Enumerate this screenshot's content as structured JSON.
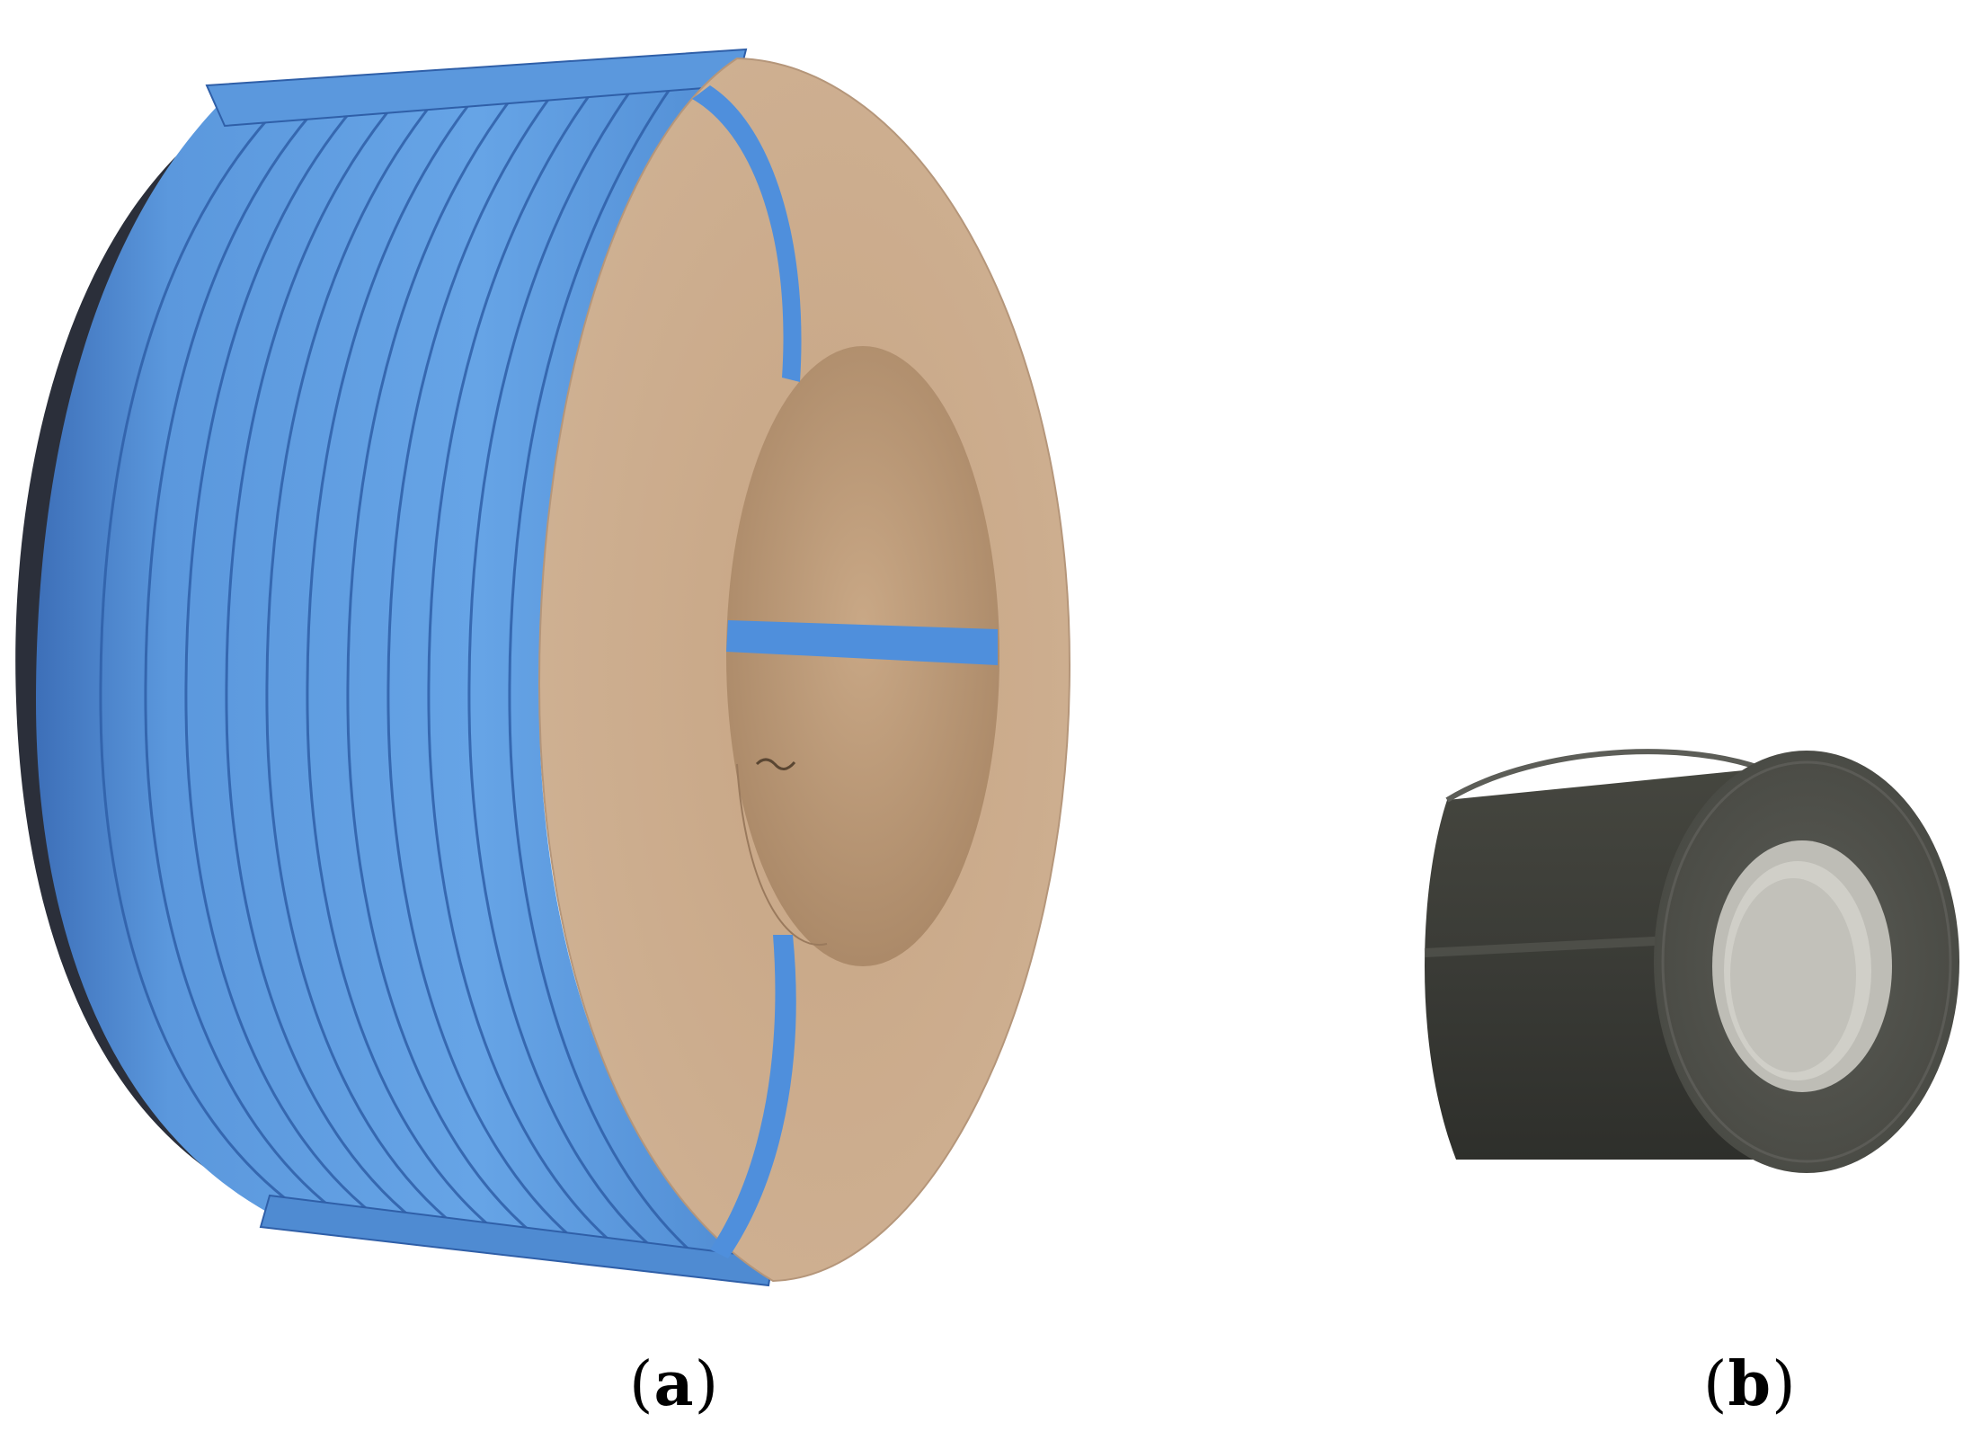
{
  "panels": [
    {
      "id": "a",
      "caption_open": "(",
      "caption_letter": "a",
      "caption_close": ")",
      "colors": {
        "strap": "#5b98dd",
        "strap_groove": "#2f5fa8",
        "cardboard": "#cbab8c",
        "cardboard_inner": "#b9977a"
      }
    },
    {
      "id": "b",
      "caption_open": "(",
      "caption_letter": "b",
      "caption_close": ")",
      "colors": {
        "tape": "#3e3f3a",
        "tape_edge": "#565751",
        "core": "#b9b8b2"
      }
    }
  ]
}
